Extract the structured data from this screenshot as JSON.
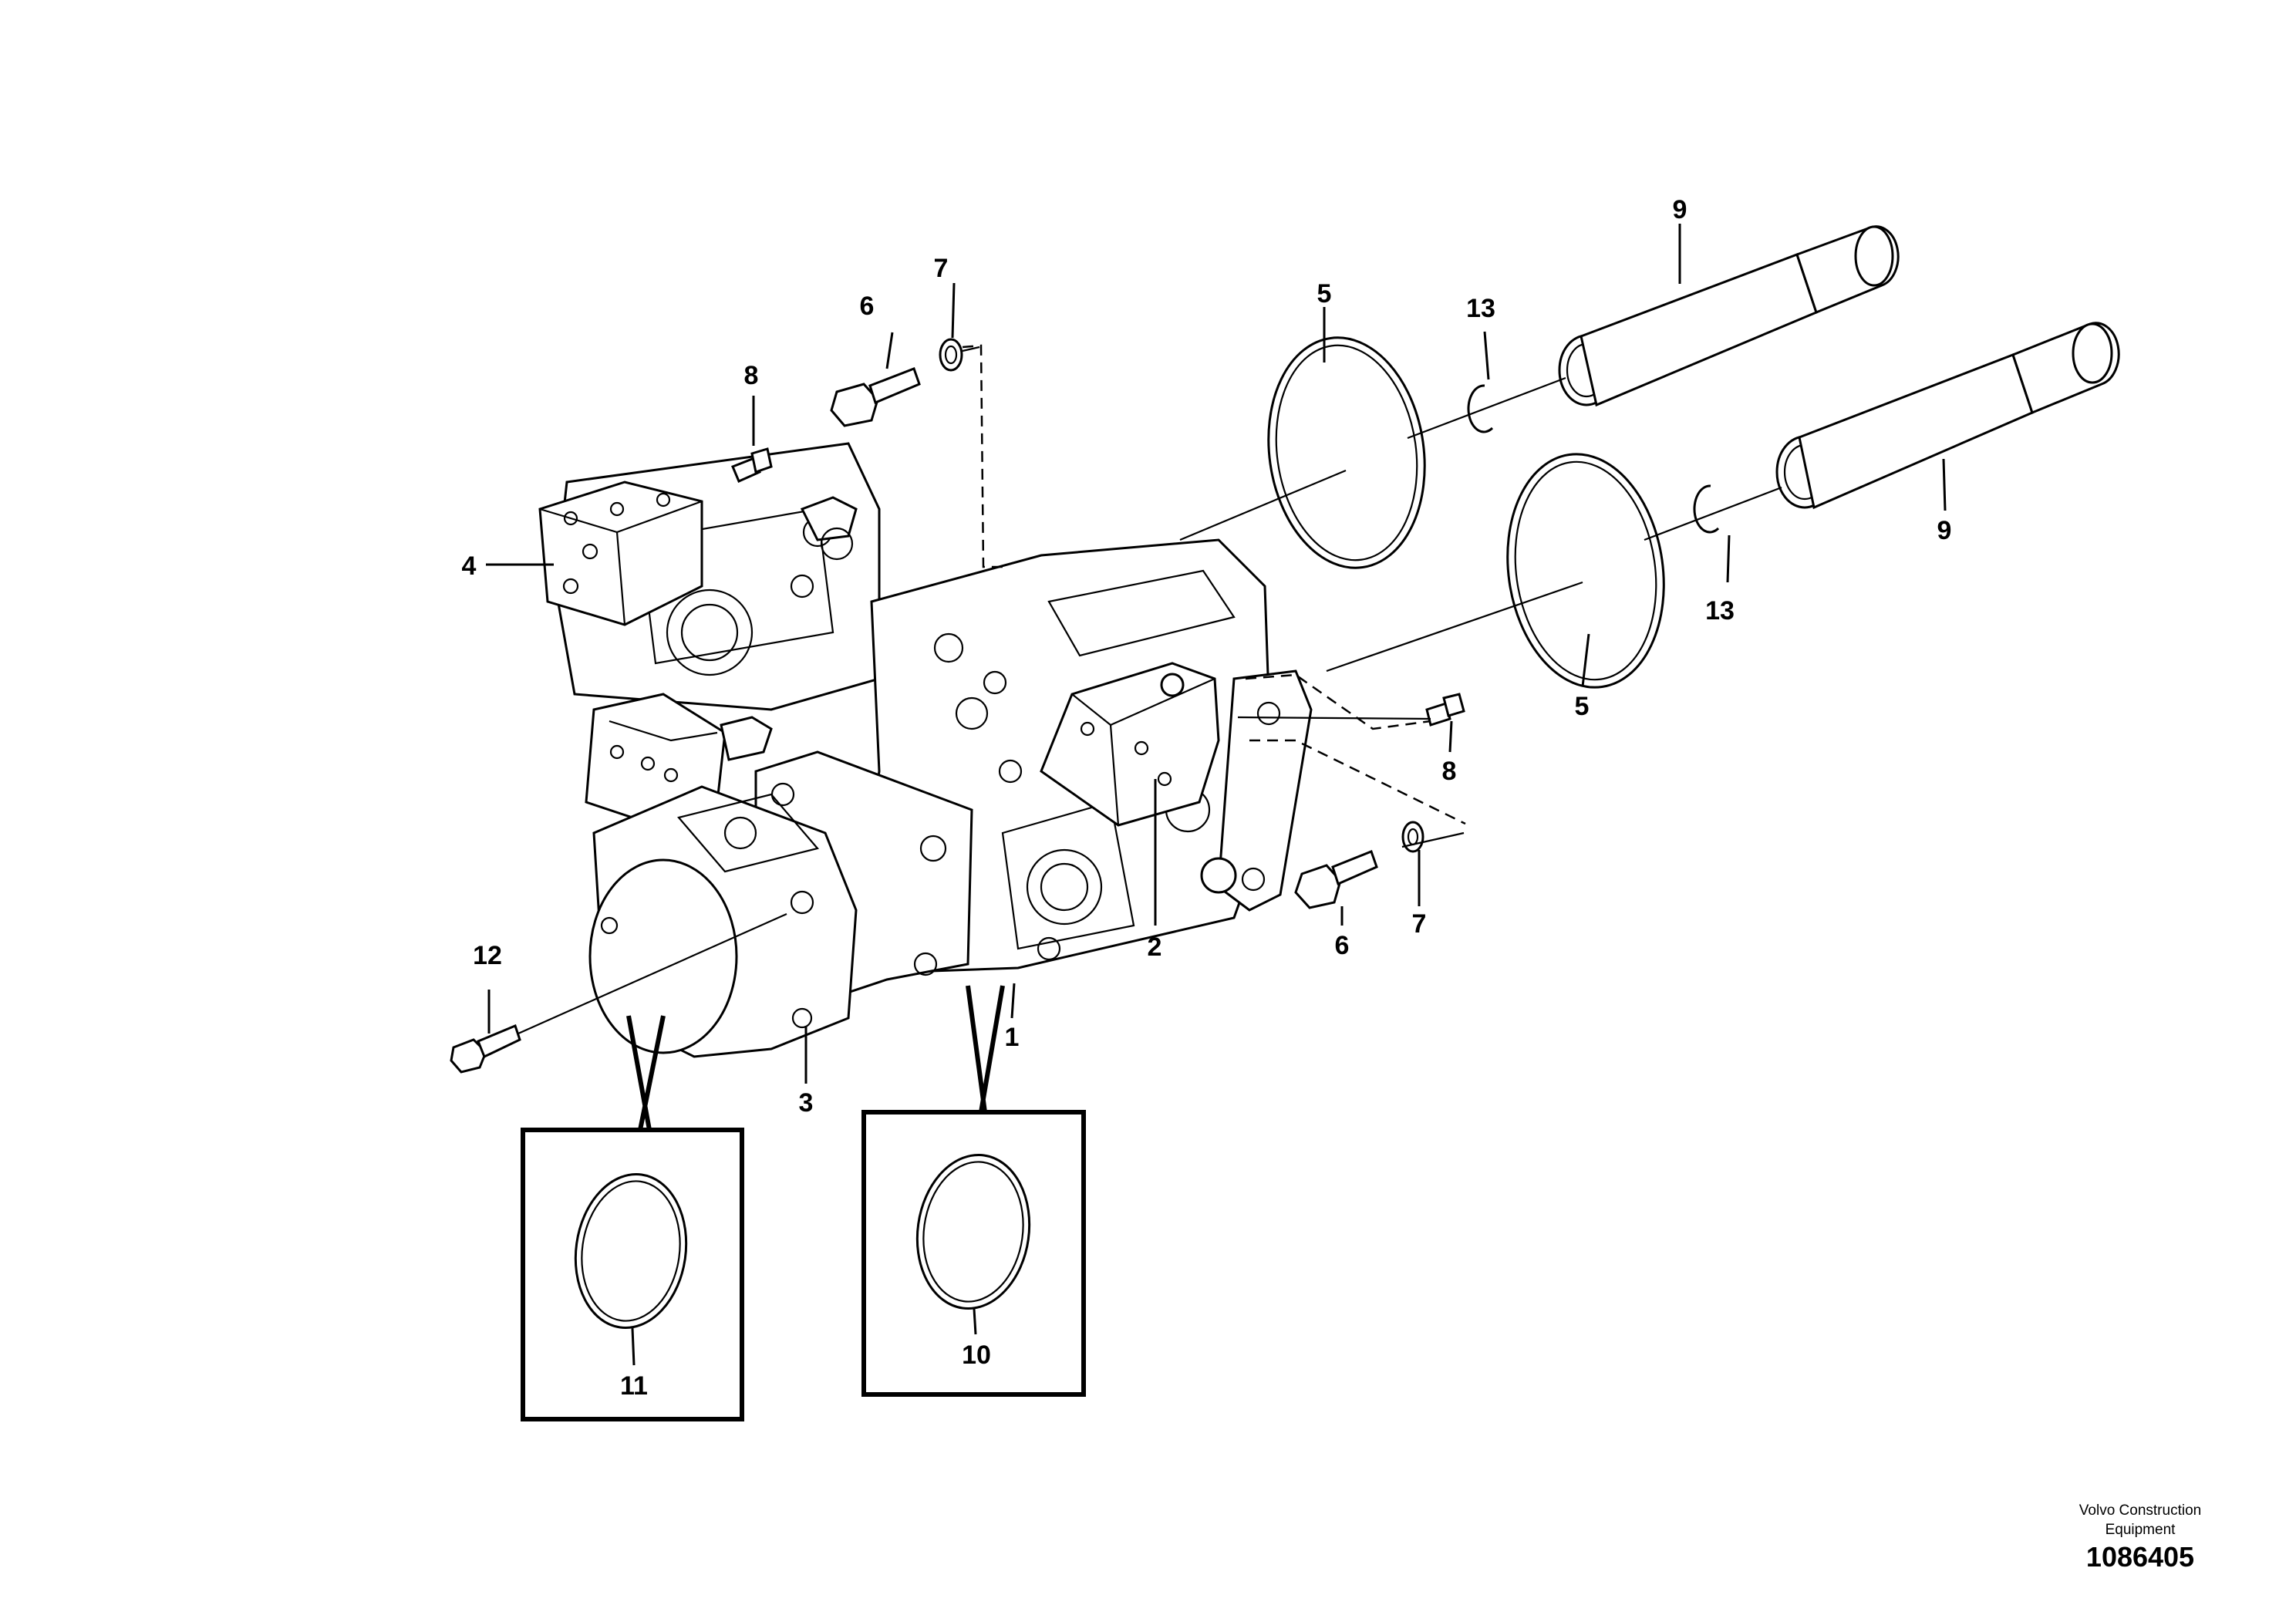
{
  "callouts": {
    "c1": "1",
    "c2": "2",
    "c3": "3",
    "c4": "4",
    "c5a": "5",
    "c5b": "5",
    "c6a": "6",
    "c6b": "6",
    "c7a": "7",
    "c7b": "7",
    "c8a": "8",
    "c8b": "8",
    "c9a": "9",
    "c9b": "9",
    "c10": "10",
    "c11": "11",
    "c12": "12",
    "c13a": "13",
    "c13b": "13"
  },
  "credit": {
    "line1": "Volvo Construction",
    "line2": "Equipment",
    "figure_number": "1086405"
  }
}
